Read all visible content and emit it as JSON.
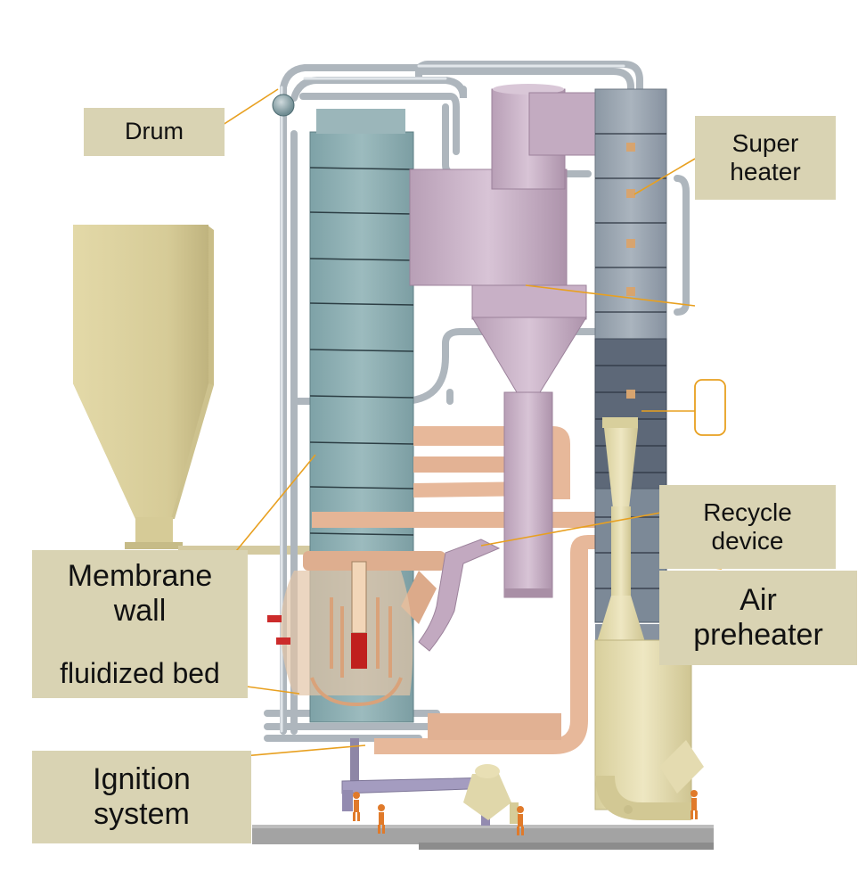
{
  "labels": {
    "drum": "Drum",
    "superheater": [
      "Super",
      "heater"
    ],
    "recycle": [
      "Recycle",
      "device"
    ],
    "air_preheater": [
      "Air",
      "preheater"
    ],
    "membrane_wall": [
      "Membrane",
      "wall"
    ],
    "fluidized_bed": "fluidized bed",
    "ignition": [
      "Ignition",
      "system"
    ]
  },
  "colors": {
    "label_bg": "#d9d3b3",
    "leader": "#e8a020",
    "furnace": "#8fb0b4",
    "cyclone": "#cbb2c9",
    "backpass": "#9aa5b0",
    "duct": "#e6b89b",
    "hopper": "#d9cf9d",
    "preheater": "#e6deb0",
    "pipe": "#c4cbd2",
    "ground": "#a3a3a3"
  },
  "icons": [
    "drum-sphere",
    "worker-figure",
    "ignition-gun"
  ]
}
